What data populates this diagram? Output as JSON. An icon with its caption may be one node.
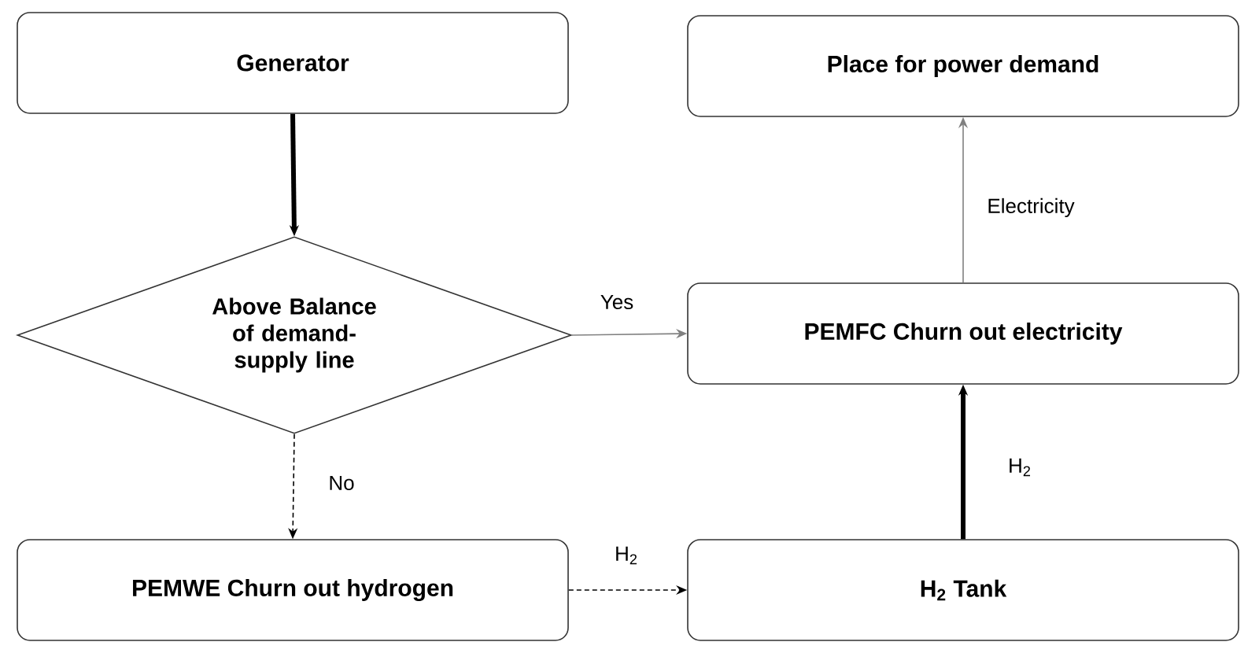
{
  "diagram": {
    "nodes": [
      {
        "text": [
          "Generator"
        ]
      },
      {
        "text": [
          "Above Balance of demand-supply line"
        ]
      },
      {
        "text": [
          "PEMWE Churn out hydrogen"
        ]
      },
      {
        "text": [
          "Place for power demand"
        ]
      },
      {
        "text": [
          "PEMFC Churn out electricity"
        ]
      },
      {
        "text": [
          "H$_{2}$ Tank"
        ]
      }
    ],
    "edges": [
      {
        "from": 0,
        "to": 1,
        "arrow": "to",
        "style": "thick"
      },
      {
        "from": 1,
        "to": 4,
        "arrow": "to",
        "label": "Yes",
        "color": "#808080"
      },
      {
        "from": 1,
        "to": 2,
        "arrow": "to",
        "label": "No",
        "style": "dashed"
      },
      {
        "from": 2,
        "to": 5,
        "arrow": "to",
        "label": "H$_{2}$",
        "style": "dashed"
      },
      {
        "from": 5,
        "to": 4,
        "arrow": "to",
        "label": "H$_{2}$",
        "style": "thick"
      },
      {
        "from": 4,
        "to": 3,
        "arrow": "to",
        "label": "Electricity",
        "color": "#808080"
      }
    ]
  }
}
